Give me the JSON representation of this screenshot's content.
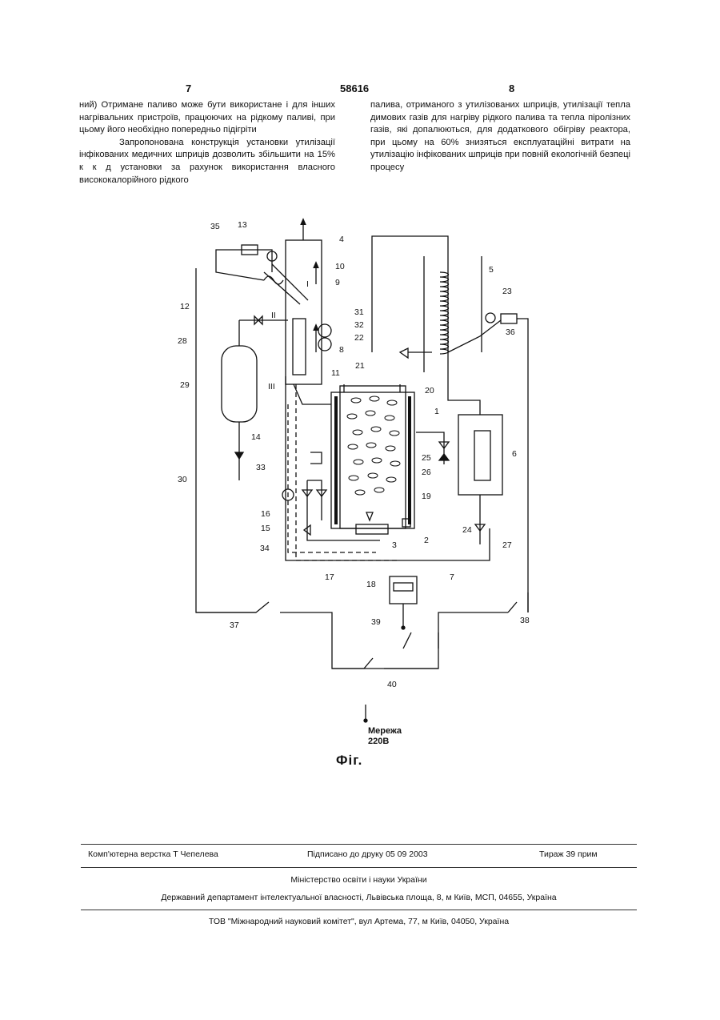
{
  "header": {
    "page_left": "7",
    "patent_no": "58616",
    "page_right": "8"
  },
  "left_column": {
    "p1": "ний) Отримане паливо може бути використане і для інших нагрівальних пристроїв, працюючих на рідкому паливі, при цьому його необхідно попередньо підігріти",
    "p2": "Запропонована конструкція установки утилізації інфікованих медичних шприців дозволить збільшити на 15% к к д установки за рахунок використання власного висококалорійного рідкого"
  },
  "right_column": {
    "p1": "палива, отриманого з утилізованих шприців, утилізації тепла димових газів для нагріву рідкого палива та тепла піролізних газів, які допалюються, для додаткового обігріву реактора, при цьому на 60% знизяться експлуатаційні витрати на утилізацію інфікованих шприців при повній екологічній безпеці процесу"
  },
  "figure": {
    "network_label_1": "Мережа",
    "network_label_2": "220В",
    "caption": "Фіг.",
    "ref_numbers": {
      "n1": "1",
      "n2": "2",
      "n3": "3",
      "n4": "4",
      "n5": "5",
      "n6": "6",
      "n7": "7",
      "n8": "8",
      "n9": "9",
      "n10": "10",
      "n11": "11",
      "n12": "12",
      "n13": "13",
      "n14": "14",
      "n15": "15",
      "n16": "16",
      "n17": "17",
      "n18": "18",
      "n19": "19",
      "n20": "20",
      "n21": "21",
      "n22": "22",
      "n23": "23",
      "n24": "24",
      "n25": "25",
      "n26": "26",
      "n27": "27",
      "n28": "28",
      "n29": "29",
      "n30": "30",
      "n31": "31",
      "n32": "32",
      "n33": "33",
      "n34": "34",
      "n35": "35",
      "n36": "36",
      "n37": "37",
      "n38": "38",
      "n39": "39",
      "n40": "40",
      "zone_i": "I",
      "zone_ii": "II",
      "zone_iii": "III"
    }
  },
  "footer": {
    "typesetting": "Комп'ютерна верстка Т Чепелева",
    "signed": "Підписано до друку 05 09 2003",
    "print_run": "Тираж 39 прим",
    "ministry": "Міністерство освіти і науки України",
    "department": "Державний департамент інтелектуальної власності, Львівська площа, 8, м Київ, МСП, 04655, Україна",
    "publisher": "ТОВ \"Міжнародний науковий комітет\", вул Артема, 77, м Київ, 04050, Україна"
  }
}
